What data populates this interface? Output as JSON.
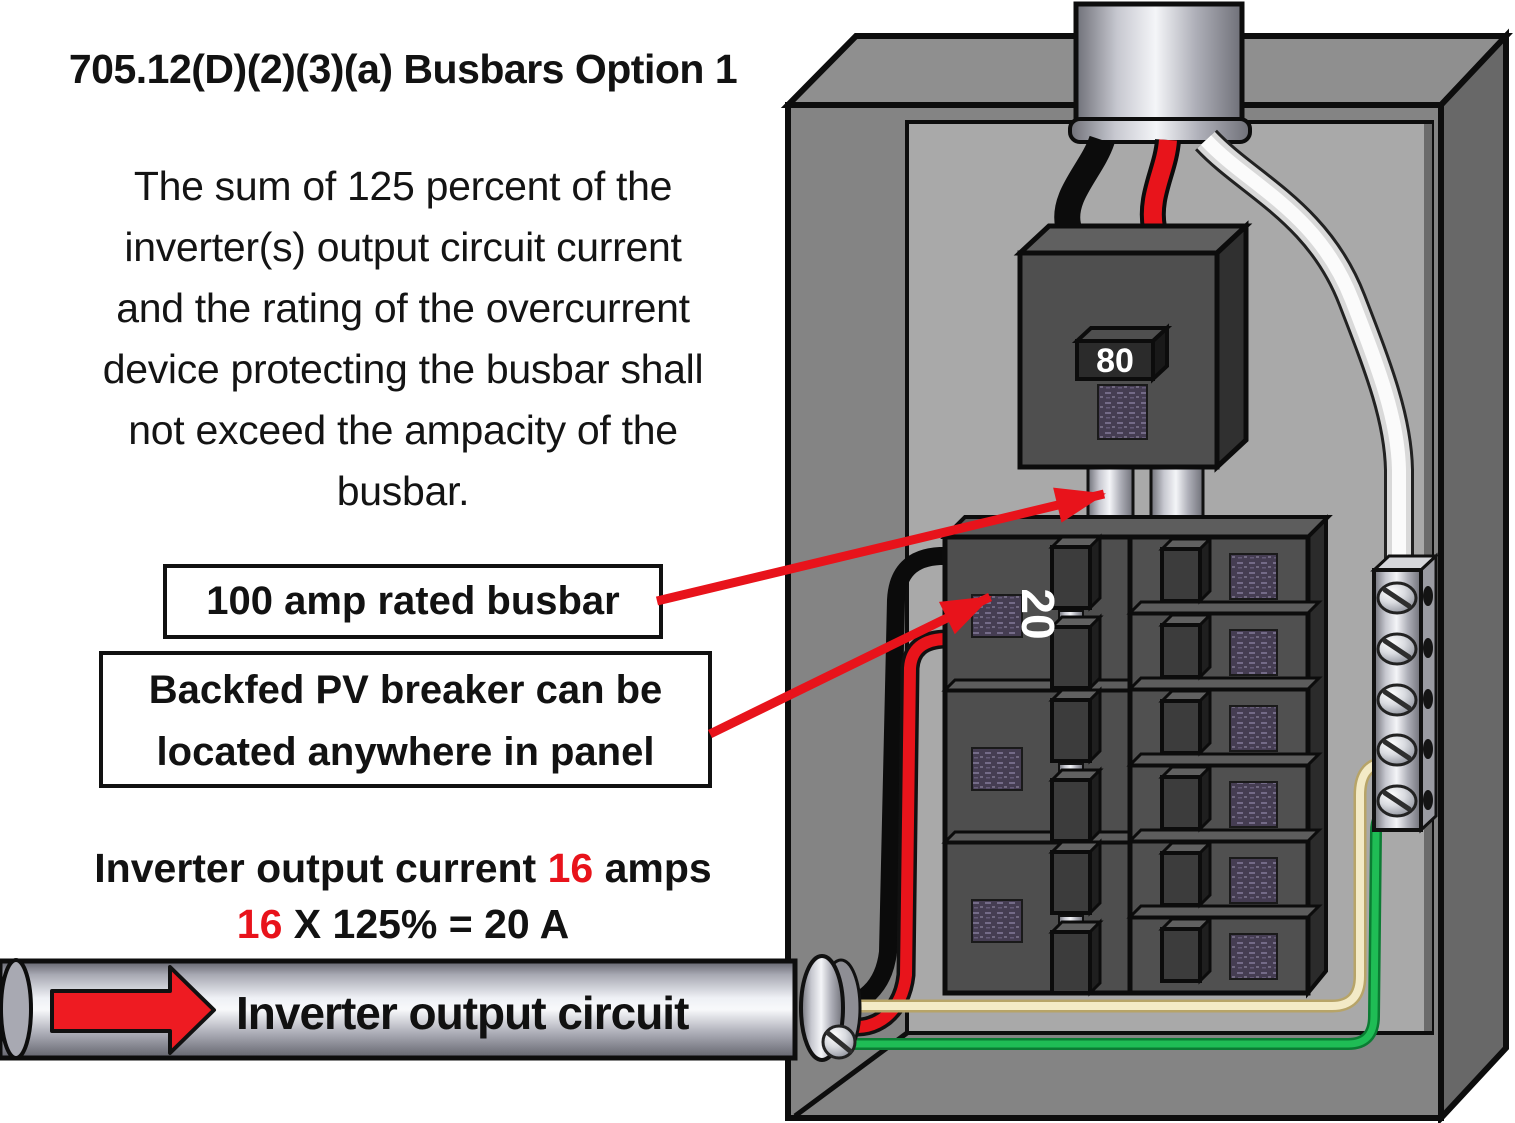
{
  "title": "705.12(D)(2)(3)(a) Busbars Option 1",
  "description": {
    "lines": [
      "The sum of 125 percent of the",
      "inverter(s) output circuit current",
      "and the rating of the overcurrent",
      "device protecting the busbar shall",
      "not exceed the ampacity of the",
      "busbar."
    ]
  },
  "callouts": {
    "busbar": {
      "label": "100 amp rated busbar"
    },
    "backfed": {
      "line1": "Backfed PV breaker can be",
      "line2": "located anywhere in panel"
    }
  },
  "calculation": {
    "output_current": {
      "prefix": "Inverter output current ",
      "value": "16",
      "suffix": " amps"
    },
    "formula": {
      "value": "16",
      "rest": " X 125% = 20 A"
    }
  },
  "conduit": {
    "label": "Inverter output circuit"
  },
  "panel": {
    "main_breaker_rating": "80",
    "pv_breaker_rating": "20",
    "left_column_breakers": 3,
    "right_column_breakers": 6,
    "neutral_bar_screws": 5,
    "wire_colors": [
      "black",
      "red",
      "white",
      "cream",
      "green"
    ]
  },
  "colors": {
    "annotation_red": "#e8131b",
    "breaker_body": "#4e4e4e",
    "panel_interior": "#a9a9a9",
    "panel_frame": "#848484",
    "wire_green": "#1fbd55",
    "wire_cream": "#f3eac6",
    "wire_white": "#fafafa"
  }
}
